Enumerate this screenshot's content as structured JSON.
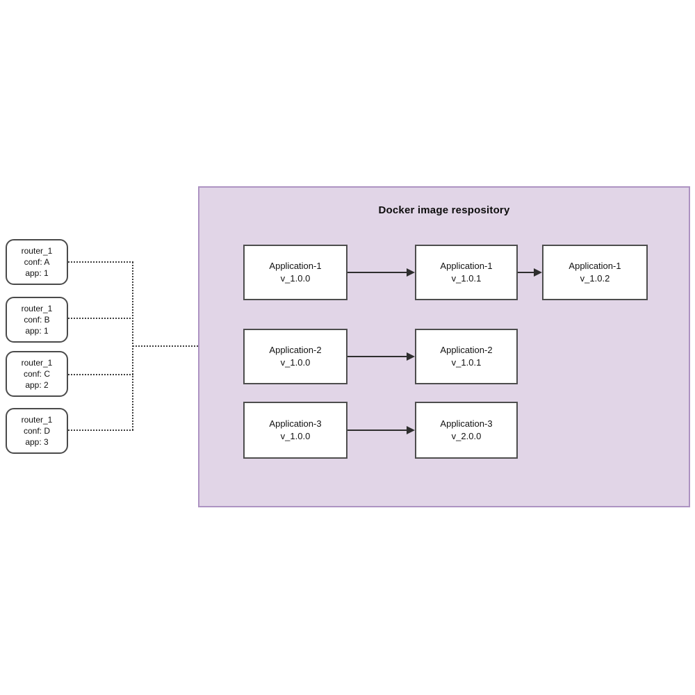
{
  "repository": {
    "title": "Docker image respository"
  },
  "routers": [
    {
      "name": "router_1",
      "conf": "conf: A",
      "app": "app: 1"
    },
    {
      "name": "router_1",
      "conf": "conf: B",
      "app": "app: 1"
    },
    {
      "name": "router_1",
      "conf": "conf: C",
      "app": "app: 2"
    },
    {
      "name": "router_1",
      "conf": "conf: D",
      "app": "app: 3"
    }
  ],
  "images": {
    "app1": [
      {
        "name": "Application-1",
        "version": "v_1.0.0"
      },
      {
        "name": "Application-1",
        "version": "v_1.0.1"
      },
      {
        "name": "Application-1",
        "version": "v_1.0.2"
      }
    ],
    "app2": [
      {
        "name": "Application-2",
        "version": "v_1.0.0"
      },
      {
        "name": "Application-2",
        "version": "v_1.0.1"
      }
    ],
    "app3": [
      {
        "name": "Application-3",
        "version": "v_1.0.0"
      },
      {
        "name": "Application-3",
        "version": "v_2.0.0"
      }
    ]
  },
  "colors": {
    "repository_fill": "#e1d5e7",
    "repository_border": "#ad93c2",
    "node_fill": "#ffffff",
    "node_border": "#4d4d4d",
    "connector": "#3d3d3d",
    "arrow": "#2e2e2e",
    "text": "#111111"
  }
}
